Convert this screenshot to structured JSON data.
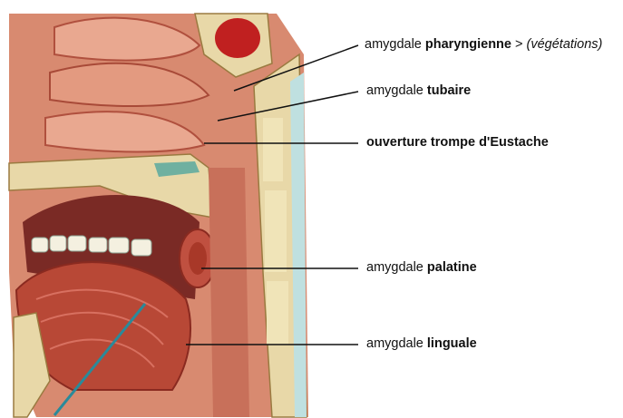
{
  "labels": [
    {
      "id": "pharyngienne",
      "prefix": "amygdale ",
      "bold": "pharyngienne",
      "suffix": " > ",
      "italic": "(végétations)"
    },
    {
      "id": "tubaire",
      "prefix": "amygdale ",
      "bold": "tubaire",
      "suffix": "",
      "italic": ""
    },
    {
      "id": "eustache",
      "prefix": "",
      "bold": "ouverture trompe d'Eustache",
      "suffix": "",
      "italic": ""
    },
    {
      "id": "palatine",
      "prefix": "amygdale ",
      "bold": "palatine",
      "suffix": "",
      "italic": ""
    },
    {
      "id": "linguale",
      "prefix": "amygdale ",
      "bold": "linguale",
      "suffix": "",
      "italic": ""
    }
  ],
  "colors": {
    "flesh": "#d4826a",
    "flesh_dark": "#b0503e",
    "bone": "#e8d8a8",
    "cartilage": "#bfe0e0",
    "tongue": "#b84836",
    "leader": "#111111"
  }
}
